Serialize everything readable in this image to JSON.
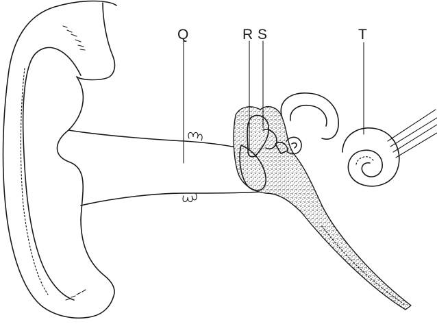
{
  "diagram": {
    "labels": {
      "q": "Q",
      "r": "R",
      "s": "S",
      "t": "T"
    }
  }
}
